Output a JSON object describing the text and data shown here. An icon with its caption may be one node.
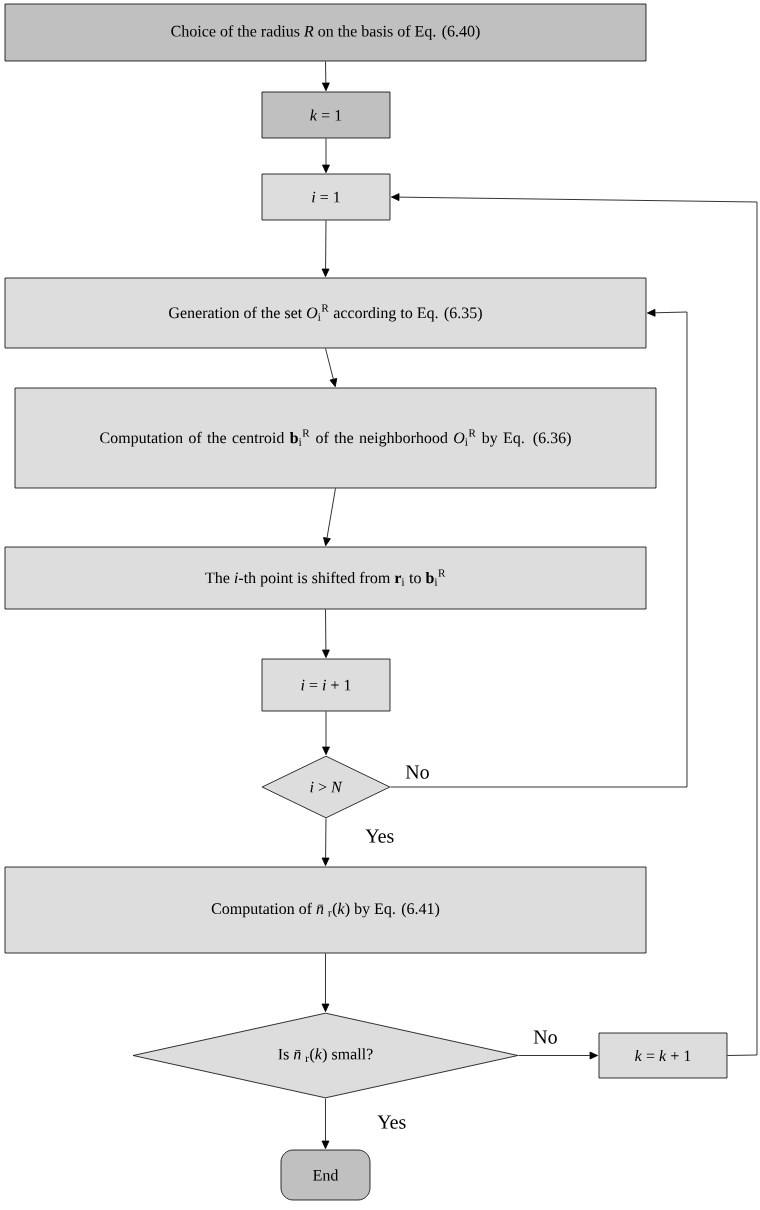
{
  "diagram": {
    "nodes": [
      {
        "text": [
          "Choice of the radius *R* on the basis of Eq. (6.40)"
        ]
      },
      {
        "text": [
          "*k* = 1"
        ]
      },
      {
        "text": [
          "*i* = 1"
        ]
      },
      {
        "text": [
          "Generation of the set *O*$_{i}$$^{R}$ according to Eq. (6.35)"
        ]
      },
      {
        "text": [
          "Computation of the centroid **b**$_{i}$$^{R}$ of the neighborhood *O*$_{i}$$^{R}$ by Eq. (6.36)"
        ]
      },
      {
        "text": [
          "The *i*-th point is shifted from **r**$_{i}$ to **b**$_{i}$$^{R}$"
        ]
      },
      {
        "text": [
          "*i* = *i* + 1"
        ]
      },
      {
        "text": [
          "*i* > *N*"
        ]
      },
      {
        "text": [
          "Computation of *n̄*$_{r}$(*k*) by Eq. (6.41)"
        ]
      },
      {
        "text": [
          "Is *n̄*$_{r}$(*k*) small?"
        ]
      },
      {
        "text": [
          "*k* = *k* + 1"
        ]
      },
      {
        "text": [
          "End"
        ]
      }
    ],
    "edges": [
      {
        "from": 0,
        "to": 1,
        "arrow": "to"
      },
      {
        "from": 1,
        "to": 2,
        "arrow": "to"
      },
      {
        "from": 2,
        "to": 3,
        "arrow": "to"
      },
      {
        "from": 3,
        "to": 4,
        "arrow": "to"
      },
      {
        "from": 4,
        "to": 5,
        "arrow": "to"
      },
      {
        "from": 5,
        "to": 6,
        "arrow": "to"
      },
      {
        "from": 6,
        "to": 7,
        "arrow": "to"
      },
      {
        "from": 7,
        "to": 3,
        "arrow": "to",
        "label": "No"
      },
      {
        "from": 7,
        "to": 8,
        "arrow": "to",
        "label": "Yes"
      },
      {
        "from": 8,
        "to": 9,
        "arrow": "to"
      },
      {
        "from": 9,
        "to": 10,
        "arrow": "to",
        "label": "No"
      },
      {
        "from": 10,
        "to": 2,
        "arrow": "to"
      },
      {
        "from": 9,
        "to": 11,
        "arrow": "to",
        "label": "Yes"
      }
    ]
  }
}
